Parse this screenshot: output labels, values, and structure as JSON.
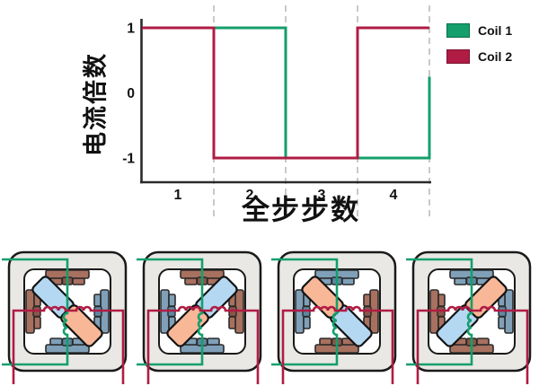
{
  "chart_data": {
    "type": "line",
    "title": "",
    "xlabel": "全步步数",
    "ylabel": "电流倍数",
    "xlim": [
      0.5,
      4.5
    ],
    "ylim": [
      -1.3,
      1.3
    ],
    "x_ticks": [
      "1",
      "2",
      "3",
      "4"
    ],
    "y_ticks": [
      "1",
      "0",
      "-1"
    ],
    "y_tick_values": [
      1,
      0,
      -1
    ],
    "x_tick_values": [
      1,
      2,
      3,
      4
    ],
    "gridlines_x": [
      1.5,
      2.5,
      3.5,
      4.5
    ],
    "grid_style": "vertical-dashed",
    "legend_position": "top-right",
    "series": [
      {
        "name": "Coil 1",
        "color": "#149F6C",
        "points": [
          [
            0.5,
            1
          ],
          [
            2.5,
            1
          ],
          [
            2.5,
            -1
          ],
          [
            4.5,
            -1
          ],
          [
            4.5,
            0.25
          ]
        ]
      },
      {
        "name": "Coil 2",
        "color": "#B01C44",
        "points": [
          [
            0.5,
            1
          ],
          [
            1.5,
            1
          ],
          [
            1.5,
            -1
          ],
          [
            3.5,
            -1
          ],
          [
            3.5,
            1
          ],
          [
            4.5,
            1
          ]
        ]
      }
    ]
  },
  "legend": {
    "items": [
      {
        "label": "Coil 1",
        "color": "#149F6C"
      },
      {
        "label": "Coil 2",
        "color": "#B01C44"
      }
    ]
  },
  "motor_diagrams": {
    "description": "Bipolar stepper motor full-step sequence; rotor turns 90° clockwise each step",
    "colors": {
      "frame_fill": "#E9E8E4",
      "frame_stroke": "#1A1A1A",
      "inner_fill": "#FFFFFF",
      "pole_brown": "#A8705F",
      "pole_brown_dark": "#8A5648",
      "pole_blue": "#7FA0B8",
      "pole_blue_dark": "#5F87A3",
      "pole_outline": "#2A2A2A",
      "rotor_blue": "#B5D8F2",
      "rotor_salmon": "#F8B797",
      "rotor_outline": "#141414",
      "wire_green": "#149F6C",
      "wire_red": "#B01C44"
    },
    "steps": [
      {
        "step": 1,
        "rotor_blue": "NW",
        "poles": {
          "top": "brown",
          "right": "blue",
          "bottom": "blue",
          "left": "brown"
        }
      },
      {
        "step": 2,
        "rotor_blue": "NE",
        "poles": {
          "top": "brown",
          "right": "brown",
          "bottom": "blue",
          "left": "blue"
        }
      },
      {
        "step": 3,
        "rotor_blue": "SE",
        "poles": {
          "top": "blue",
          "right": "brown",
          "bottom": "brown",
          "left": "blue"
        }
      },
      {
        "step": 4,
        "rotor_blue": "SW",
        "poles": {
          "top": "blue",
          "right": "blue",
          "bottom": "brown",
          "left": "brown"
        }
      }
    ]
  }
}
